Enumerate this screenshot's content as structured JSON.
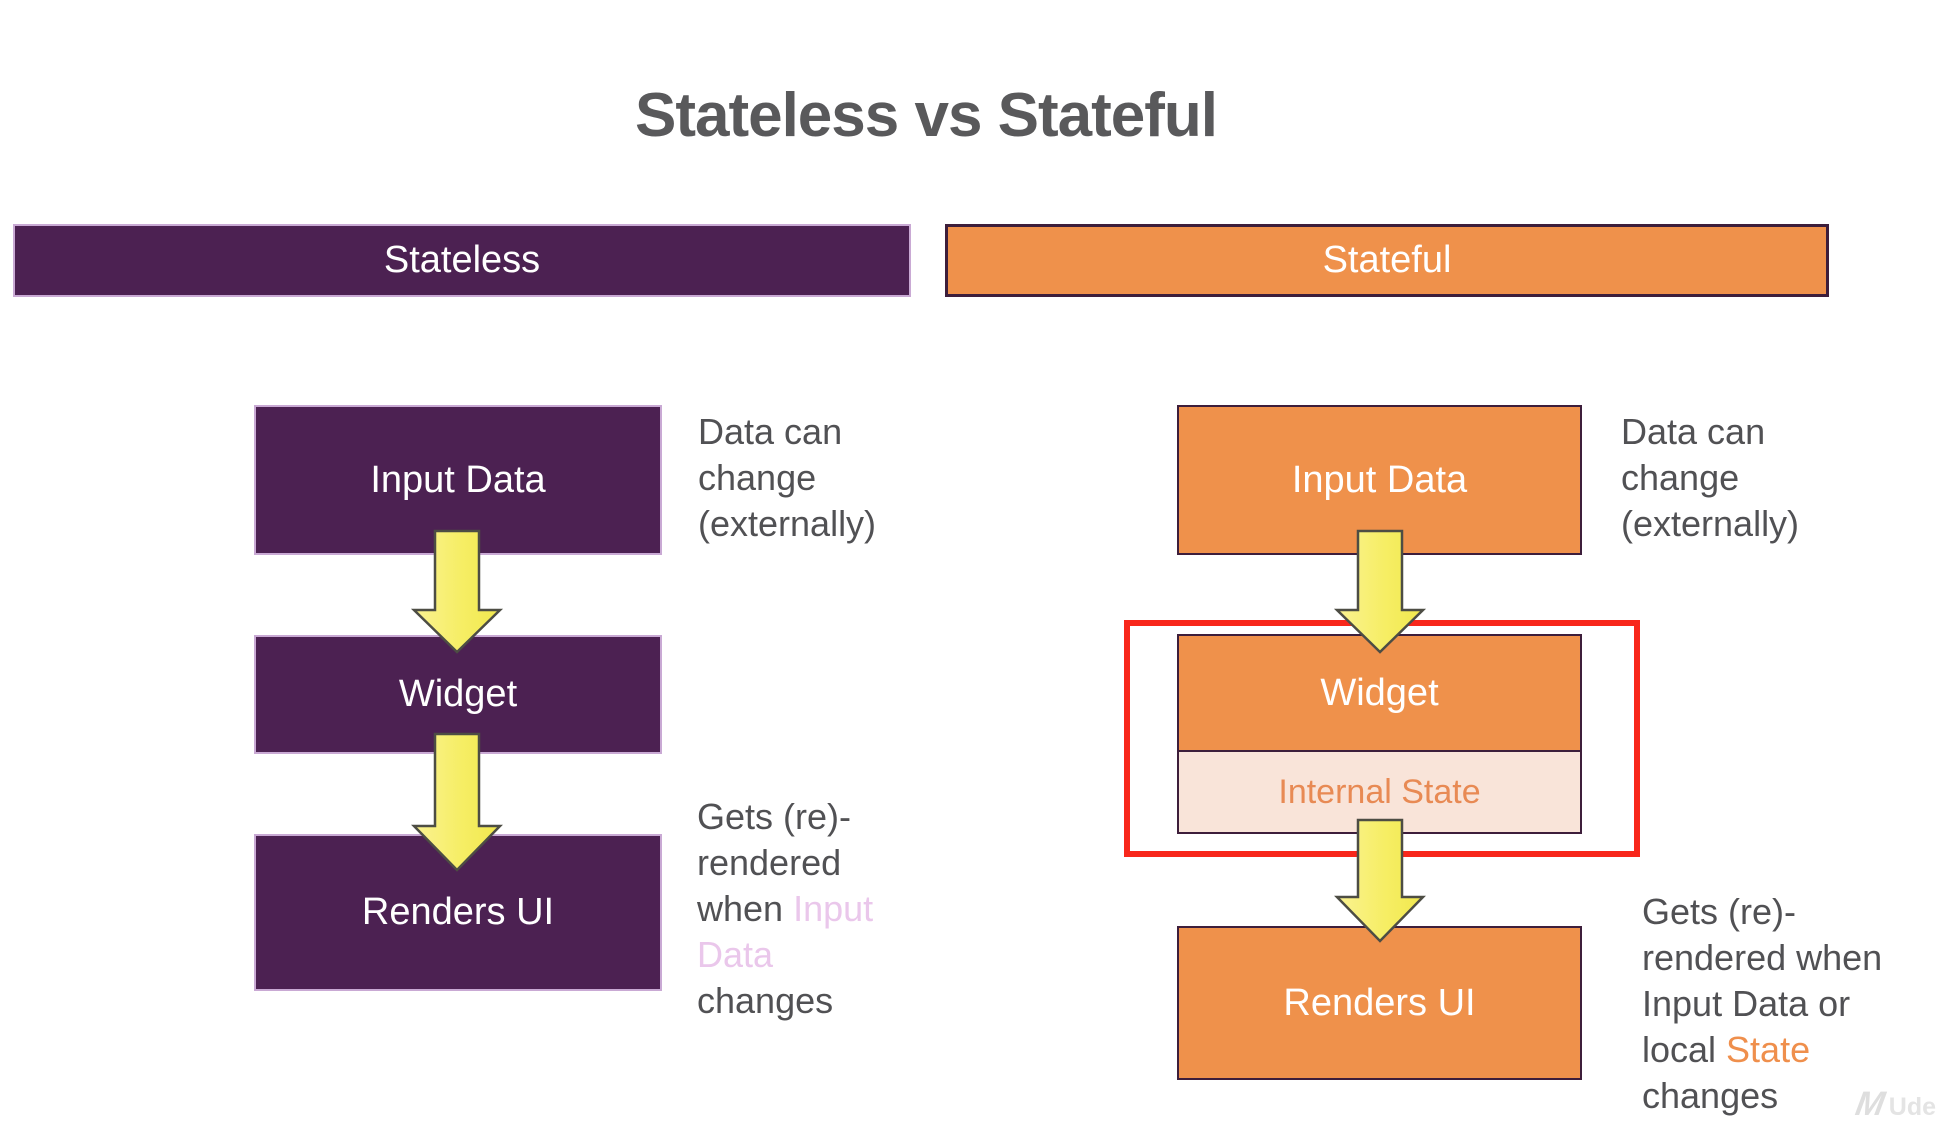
{
  "title": "Stateless vs Stateful",
  "stateless": {
    "header": "Stateless",
    "box_input": "Input Data",
    "box_widget": "Widget",
    "box_renders": "Renders UI",
    "note_top_lines": [
      [
        {
          "t": "Data can",
          "c": "gray"
        }
      ],
      [
        {
          "t": "change",
          "c": "gray"
        }
      ],
      [
        {
          "t": "(externally)",
          "c": "gray"
        }
      ]
    ],
    "note_bottom_lines": [
      [
        {
          "t": "Gets (re)-",
          "c": "gray"
        }
      ],
      [
        {
          "t": "rendered",
          "c": "gray"
        }
      ],
      [
        {
          "t": "when ",
          "c": "gray"
        },
        {
          "t": "Input",
          "c": "pink"
        }
      ],
      [
        {
          "t": "Data",
          "c": "pink"
        }
      ],
      [
        {
          "t": "changes",
          "c": "gray"
        }
      ]
    ]
  },
  "stateful": {
    "header": "Stateful",
    "box_input": "Input Data",
    "box_widget": "Widget",
    "box_internal": "Internal State",
    "box_renders": "Renders UI",
    "note_top_lines": [
      [
        {
          "t": "Data can",
          "c": "gray"
        }
      ],
      [
        {
          "t": "change",
          "c": "gray"
        }
      ],
      [
        {
          "t": "(externally)",
          "c": "gray"
        }
      ]
    ],
    "note_bottom_lines": [
      [
        {
          "t": "Gets (re)-",
          "c": "gray"
        }
      ],
      [
        {
          "t": "rendered when",
          "c": "gray"
        }
      ],
      [
        {
          "t": "Input Data or",
          "c": "gray"
        }
      ],
      [
        {
          "t": "local ",
          "c": "gray"
        },
        {
          "t": "State",
          "c": "state"
        }
      ],
      [
        {
          "t": "changes",
          "c": "gray"
        }
      ]
    ]
  },
  "watermark": {
    "logo": "M",
    "text": "Ude"
  },
  "colors": {
    "purple": "#4C2152",
    "purple_light_border": "#C9A9D4",
    "orange": "#EF914B",
    "dark_border": "#3D1E3B",
    "internal_bg": "#F9E4D9",
    "internal_text": "#E88A54",
    "arrow_yellow": "#F6EE65",
    "red_highlight": "#F8271B",
    "pink_highlight": "#EAC7EB",
    "state_orange": "#EF8F4C",
    "text_gray": "#515154",
    "title_gray": "#59595B"
  }
}
